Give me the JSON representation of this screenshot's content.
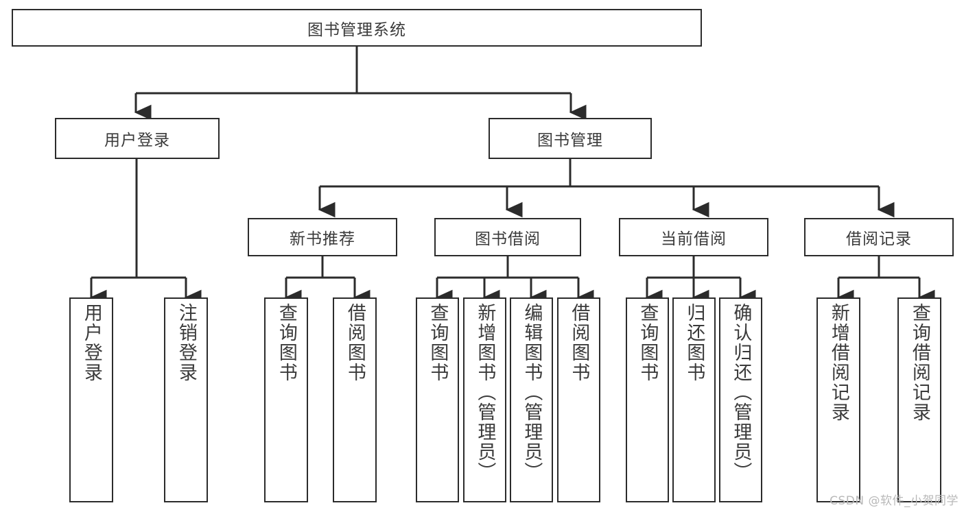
{
  "diagram": {
    "type": "hierarchy-tree",
    "title": "图书管理系统",
    "root": {
      "label": "图书管理系统"
    },
    "level2": [
      {
        "id": "user-login",
        "label": "用户登录"
      },
      {
        "id": "book-manage",
        "label": "图书管理"
      }
    ],
    "level3": [
      {
        "id": "new-book-rec",
        "label": "新书推荐",
        "parent": "book-manage"
      },
      {
        "id": "book-borrow",
        "label": "图书借阅",
        "parent": "book-manage"
      },
      {
        "id": "current-borrow",
        "label": "当前借阅",
        "parent": "book-manage"
      },
      {
        "id": "borrow-record",
        "label": "借阅记录",
        "parent": "book-manage"
      }
    ],
    "leaves": [
      {
        "id": "leaf-user-login",
        "label": "用户登录",
        "parent": "user-login"
      },
      {
        "id": "leaf-user-logout",
        "label": "注销登录",
        "parent": "user-login"
      },
      {
        "id": "leaf-query-book-1",
        "label": "查询图书",
        "parent": "new-book-rec"
      },
      {
        "id": "leaf-borrow-book-1",
        "label": "借阅图书",
        "parent": "new-book-rec"
      },
      {
        "id": "leaf-query-book-2",
        "label": "查询图书",
        "parent": "book-borrow"
      },
      {
        "id": "leaf-add-book",
        "label": "新增图书（管理员）",
        "parent": "book-borrow"
      },
      {
        "id": "leaf-edit-book",
        "label": "编辑图书（管理员）",
        "parent": "book-borrow"
      },
      {
        "id": "leaf-borrow-book-2",
        "label": "借阅图书",
        "parent": "book-borrow"
      },
      {
        "id": "leaf-query-book-3",
        "label": "查询图书",
        "parent": "current-borrow"
      },
      {
        "id": "leaf-return-book",
        "label": "归还图书",
        "parent": "current-borrow"
      },
      {
        "id": "leaf-confirm-return",
        "label": "确认归还（管理员）",
        "parent": "current-borrow"
      },
      {
        "id": "leaf-add-record",
        "label": "新增借阅记录",
        "parent": "borrow-record"
      },
      {
        "id": "leaf-query-record",
        "label": "查询借阅记录",
        "parent": "borrow-record"
      }
    ]
  },
  "watermark": {
    "text": "CSDN @软件_小贺同学"
  },
  "colors": {
    "border": "#2b2b2b",
    "text": "#3a3a3a",
    "background": "#ffffff",
    "watermark": "#b9b9b9"
  }
}
